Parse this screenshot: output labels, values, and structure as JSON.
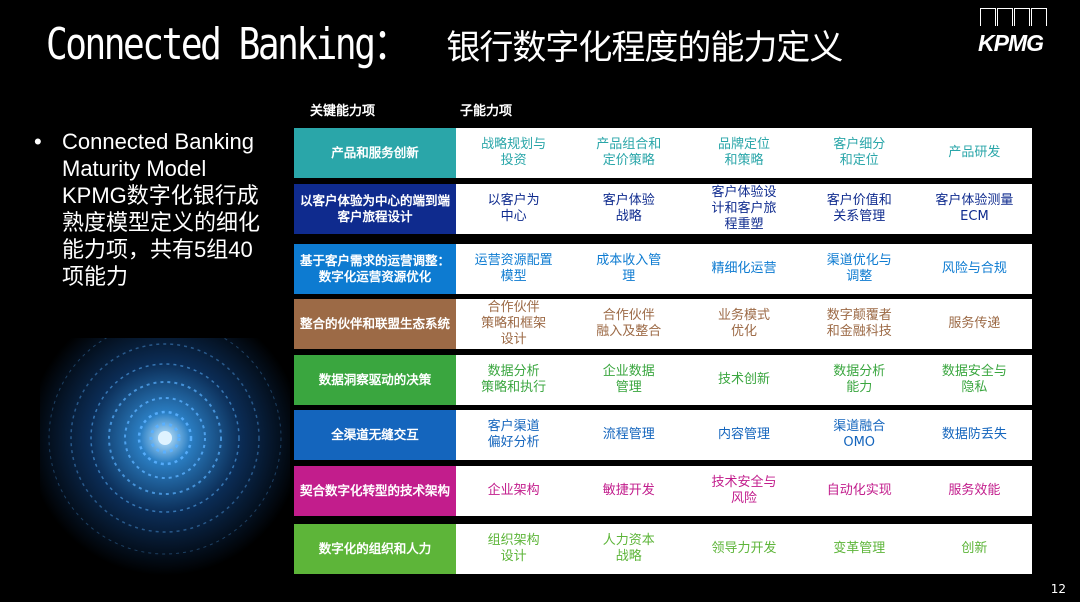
{
  "slide": {
    "title_en": "Connected Banking：",
    "title_cn": "银行数字化程度的能力定义",
    "logo_text": "KPMG",
    "bullet_text": "Connected Banking Maturity Model KPMG数字化银行成熟度模型定义的细化能力项，共有5组40项能力",
    "header_key": "关键能力项",
    "header_sub": "子能力项",
    "page_number": "12"
  },
  "colors": {
    "background": "#000000",
    "row_teal": "#2aa6a9",
    "row_navy": "#0f2b8e",
    "row_blue": "#0d7bd1",
    "row_brown": "#9c6a46",
    "row_green": "#3aa63f",
    "row_mid_blue": "#1465bd",
    "row_magenta": "#c21d8c",
    "row_light_green": "#5db539"
  },
  "rows": [
    {
      "category": "产品和服务创新",
      "color": "#2aa6a9",
      "text_color": "#2aa6a9",
      "items": [
        "战略规划与\n投资",
        "产品组合和\n定价策略",
        "品牌定位\n和策略",
        "客户细分\n和定位",
        "产品研发"
      ]
    },
    {
      "category": "以客户体验为中心的端到端客户旅程设计",
      "color": "#0f2b8e",
      "text_color": "#0f2b8e",
      "items": [
        "以客户为\n中心",
        "客户体验\n战略",
        "客户体验设\n计和客户旅\n程重塑",
        "客户价值和\n关系管理",
        "客户体验测量\nECM"
      ]
    },
    {
      "category": "基于客户需求的运营调整：数字化运营资源优化",
      "color": "#0d7bd1",
      "text_color": "#0d7bd1",
      "items": [
        "运营资源配置\n模型",
        "成本收入管\n理",
        "精细化运营",
        "渠道优化与\n调整",
        "风险与合规"
      ]
    },
    {
      "category": "整合的伙伴和联盟生态系统",
      "color": "#9c6a46",
      "text_color": "#9c6a46",
      "items": [
        "合作伙伴\n策略和框架\n设计",
        "合作伙伴\n融入及整合",
        "业务模式\n优化",
        "数字颠覆者\n和金融科技",
        "服务传递"
      ]
    },
    {
      "category": "数据洞察驱动的决策",
      "color": "#3aa63f",
      "text_color": "#3aa63f",
      "items": [
        "数据分析\n策略和执行",
        "企业数据\n管理",
        "技术创新",
        "数据分析\n能力",
        "数据安全与\n隐私"
      ]
    },
    {
      "category": "全渠道无缝交互",
      "color": "#1465bd",
      "text_color": "#1465bd",
      "items": [
        "客户渠道\n偏好分析",
        "流程管理",
        "内容管理",
        "渠道融合\nOMO",
        "数据防丢失"
      ]
    },
    {
      "category": "契合数字化转型的技术架构",
      "color": "#c21d8c",
      "text_color": "#c21d8c",
      "items": [
        "企业架构",
        "敏捷开发",
        "技术安全与\n风险",
        "自动化实现",
        "服务效能"
      ]
    },
    {
      "category": "数字化的组织和人力",
      "color": "#5db539",
      "text_color": "#5db539",
      "items": [
        "组织架构\n设计",
        "人力资本\n战略",
        "领导力开发",
        "变革管理",
        "创新"
      ]
    }
  ]
}
